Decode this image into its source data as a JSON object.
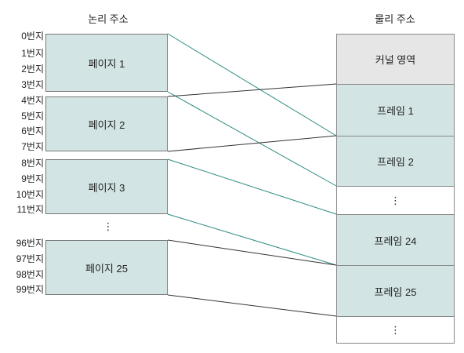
{
  "headings": {
    "logical": "논리 주소",
    "physical": "물리 주소"
  },
  "addresses": {
    "page1": [
      "0번지",
      "1번지",
      "2번지",
      "3번지"
    ],
    "page2": [
      "4번지",
      "5번지",
      "6번지",
      "7번지"
    ],
    "page3": [
      "8번지",
      "9번지",
      "10번지",
      "11번지"
    ],
    "page25": [
      "96번지",
      "97번지",
      "98번지",
      "99번지"
    ]
  },
  "pages": {
    "p1": "페이지 1",
    "p2": "페이지 2",
    "p3": "페이지 3",
    "p25": "페이지 25"
  },
  "frames": {
    "kernel": "커널 영역",
    "f1": "프레임 1",
    "f2": "프레임 2",
    "f24": "프레임 24",
    "f25": "프레임 25"
  },
  "ellipsis": "⋮",
  "colors": {
    "teal_fill": "#d2e5e4",
    "kernel_fill": "#e6e6e6",
    "teal_line": "#2b8a80",
    "dark_line": "#333333"
  }
}
